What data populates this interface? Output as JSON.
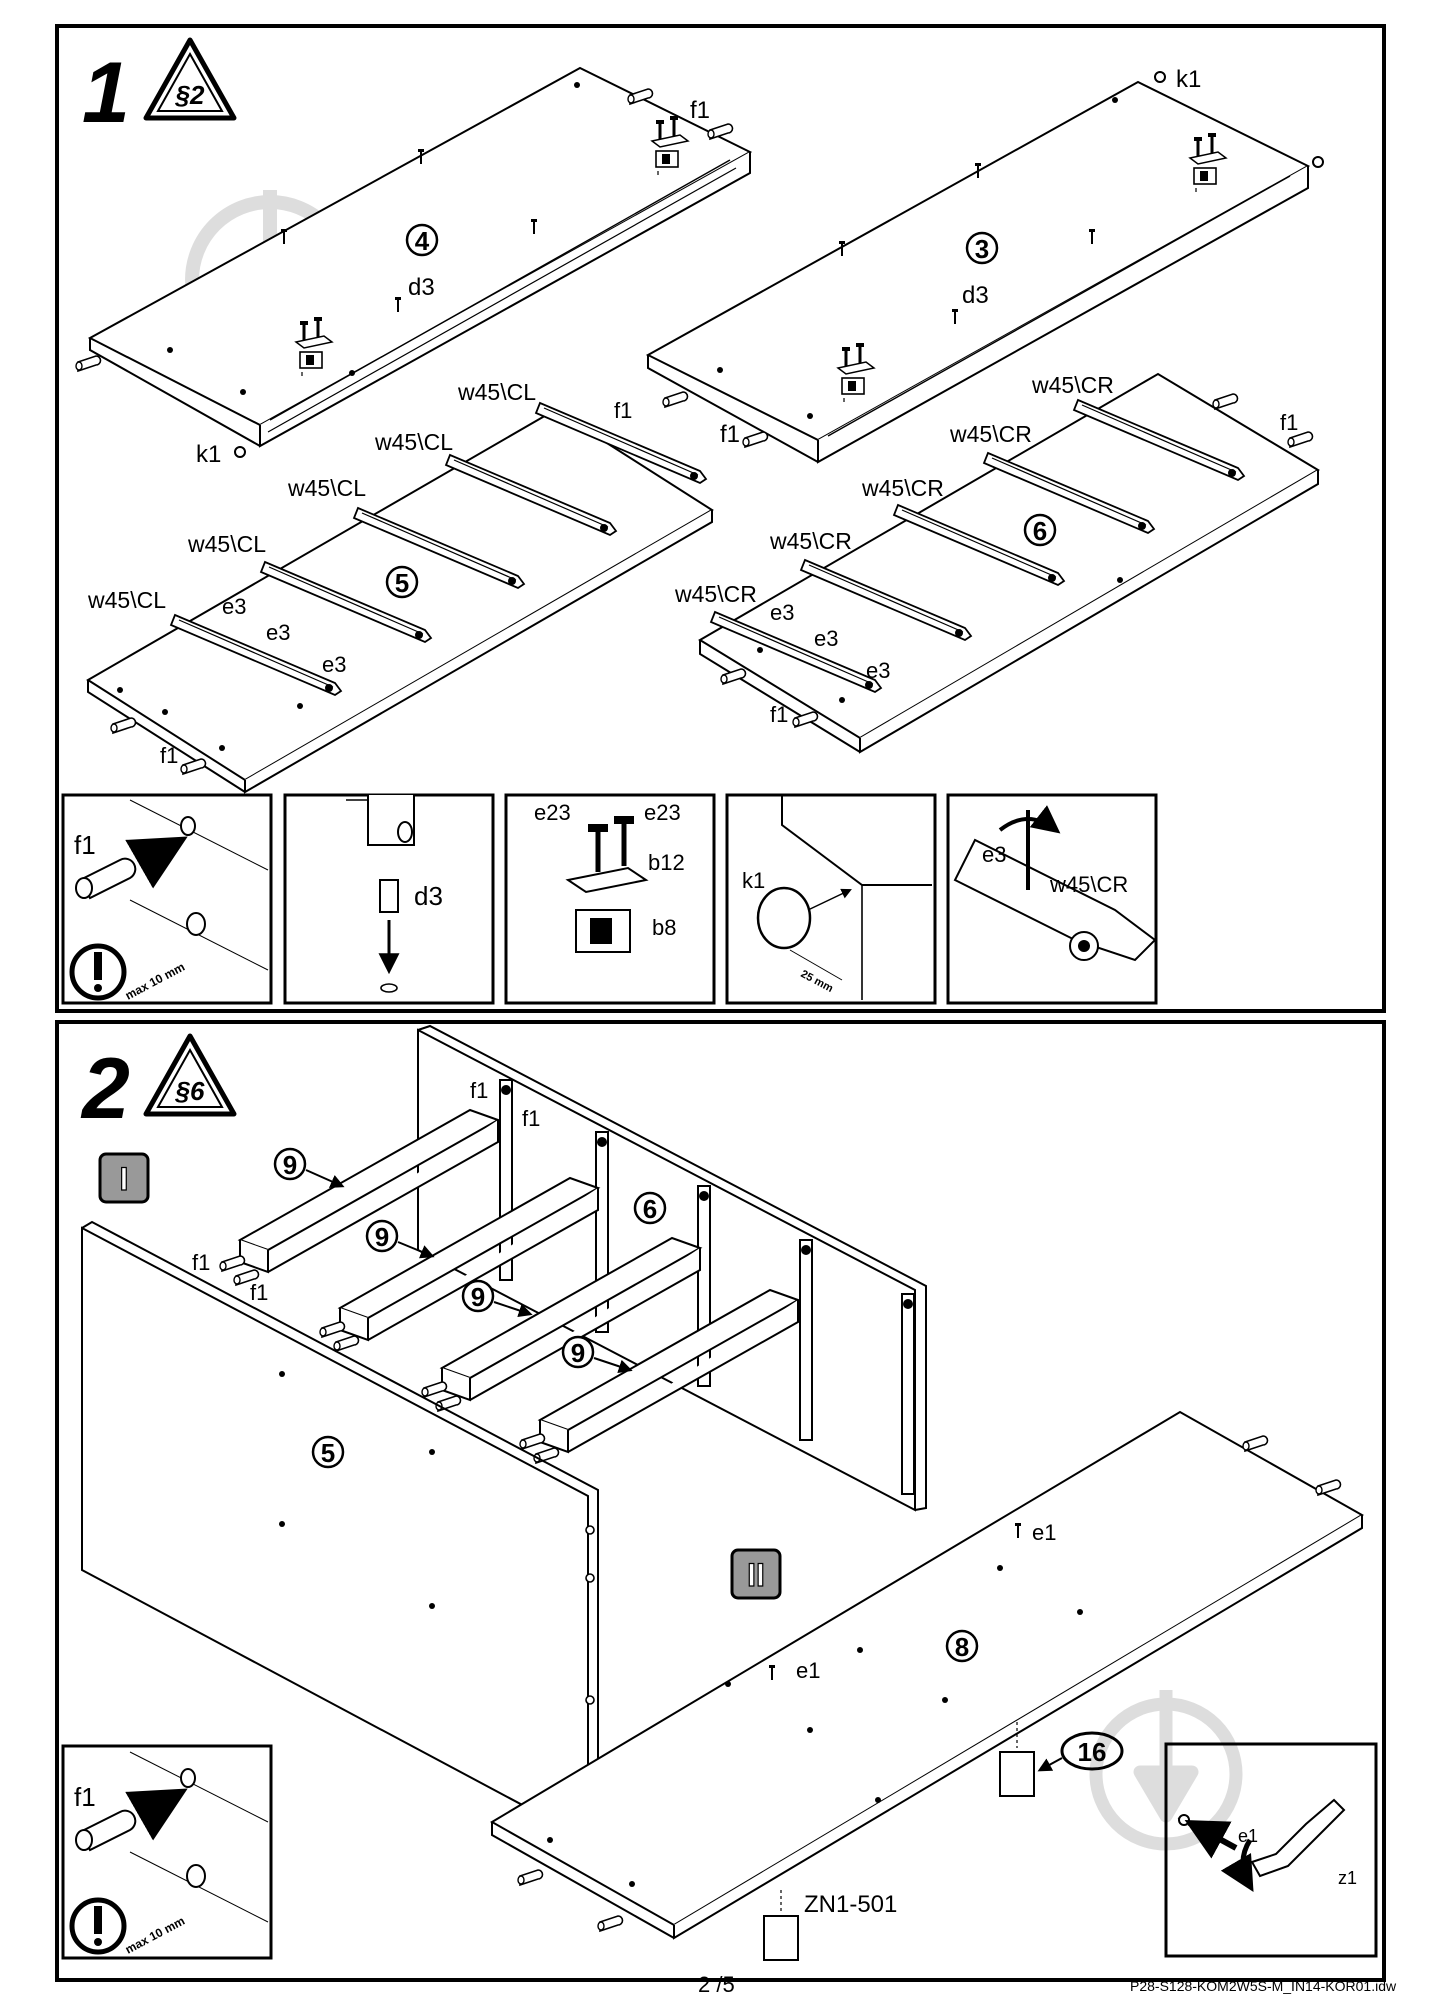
{
  "step1": {
    "number": "1",
    "badge": "§2",
    "parts": {
      "p4": "4",
      "p3": "3",
      "p5": "5",
      "p6": "6"
    },
    "labels": {
      "k1": "k1",
      "f1": "f1",
      "d3": "d3",
      "e3": "e3",
      "w45cl": "w45\\CL",
      "w45cr": "w45\\CR"
    },
    "insets": {
      "i1_label": "f1",
      "i1_warning": "max 10 mm",
      "i2_label": "d3",
      "i3_e23a": "e23",
      "i3_e23b": "e23",
      "i3_b12": "b12",
      "i3_b8": "b8",
      "i4_label": "k1",
      "i4_dim": "25 mm",
      "i5_e3": "e3",
      "i5_w45": "w45\\CR"
    }
  },
  "step2": {
    "number": "2",
    "badge": "§6",
    "stage1": "I",
    "stage2": "II",
    "parts": {
      "p9": "9",
      "p6": "6",
      "p5": "5",
      "p8": "8",
      "p16": "16"
    },
    "labels": {
      "f1": "f1",
      "e1": "e1",
      "zn": "ZN1-501"
    },
    "insets": {
      "i1_label": "f1",
      "i1_warning": "max 10 mm",
      "i2_e1": "e1",
      "i2_z1": "z1"
    }
  },
  "footer": {
    "page": "2 /5",
    "file": "P28-S128-KOM2W5S-M_IN14-KOR01.idw"
  }
}
